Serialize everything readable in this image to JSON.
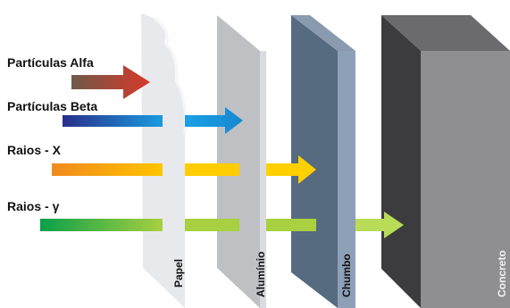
{
  "radiation_types": [
    {
      "label": "Partículas Alfa",
      "color_start": "#6e5a4a",
      "color_end": "#d8382a"
    },
    {
      "label": "Partículas Beta",
      "color_start": "#2a2f8a",
      "color_end": "#1a9be0"
    },
    {
      "label": "Raios - X",
      "color_start": "#f08a1e",
      "color_end": "#ffd400"
    },
    {
      "label": "Raios - γ",
      "color_start": "#0aa04a",
      "color_end": "#b8d94a"
    }
  ],
  "barriers": [
    {
      "label": "Papel",
      "color": "#e8e9ec"
    },
    {
      "label": "Alumínio",
      "color": "#bfc0c4"
    },
    {
      "label": "Chumbo",
      "color": "#566a80"
    },
    {
      "label": "Concreto",
      "color": "#8f8f91"
    }
  ]
}
